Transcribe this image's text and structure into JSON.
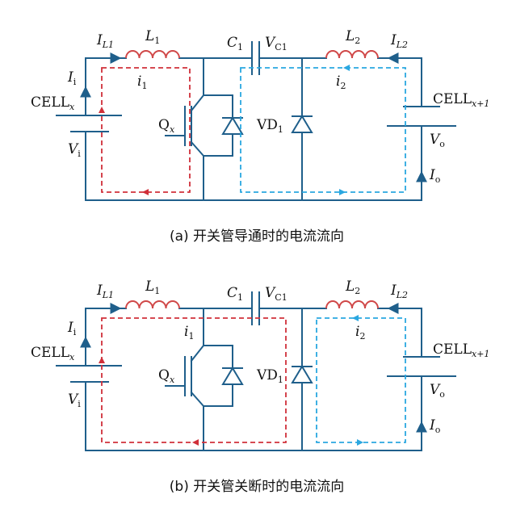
{
  "colors": {
    "wire": "#1f5f8b",
    "inductor": "#d04848",
    "loop_i1": "#d0303a",
    "loop_i2": "#2aa7e0"
  },
  "labels": {
    "IL1": {
      "main": "I",
      "sub": "L1"
    },
    "L1": {
      "main": "L",
      "sub": "1"
    },
    "C1": {
      "main": "C",
      "sub": "1"
    },
    "VC1": {
      "main": "V",
      "sub": "C1"
    },
    "L2": {
      "main": "L",
      "sub": "2"
    },
    "IL2": {
      "main": "I",
      "sub": "L2"
    },
    "Ii": {
      "main": "I",
      "sub": "i"
    },
    "i1": {
      "main": "i",
      "sub": "1"
    },
    "i2": {
      "main": "i",
      "sub": "2"
    },
    "cellx": {
      "main": "CELL",
      "sub": "x"
    },
    "cellx1": {
      "main": "CELL",
      "sub": "x+1"
    },
    "Qx": {
      "main": "Q",
      "sub": "x"
    },
    "VD1": {
      "main": "VD",
      "sub": "1"
    },
    "Vi": {
      "main": "V",
      "sub": "i"
    },
    "Vo": {
      "main": "V",
      "sub": "o"
    },
    "Io": {
      "main": "I",
      "sub": "o"
    }
  },
  "captions": {
    "a": "(a) 开关管导通时的电流流向",
    "b": "(b) 开关管关断时的电流流向"
  }
}
